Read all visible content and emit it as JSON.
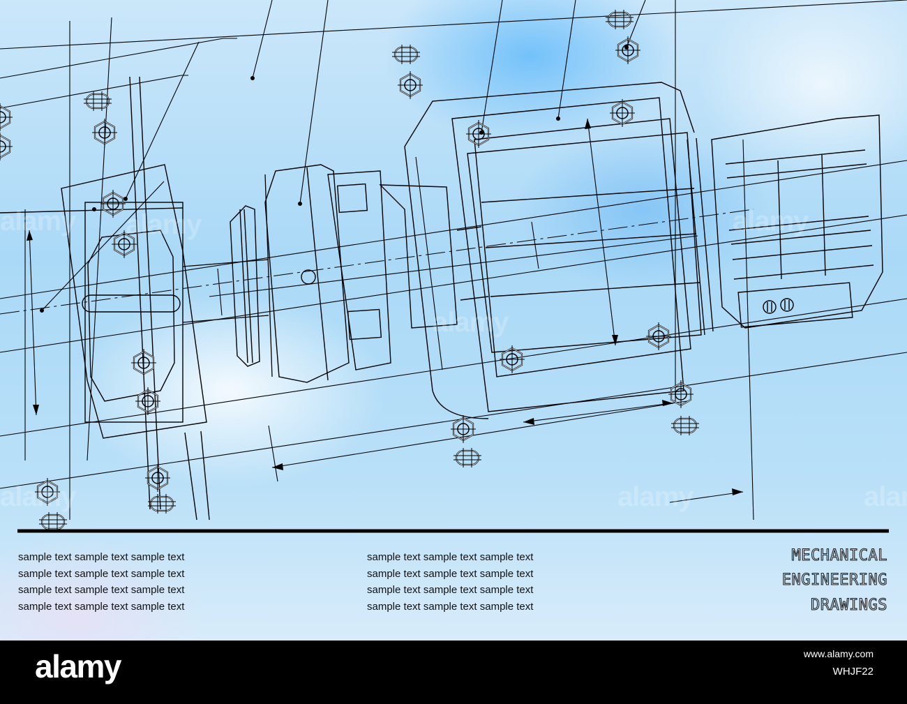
{
  "title": [
    "MECHANICAL",
    "ENGINEERING",
    "DRAWINGS"
  ],
  "sample_text_left": [
    "sample text sample text sample text",
    "sample text sample text sample text",
    "sample text sample text sample text",
    "sample text sample text sample text"
  ],
  "sample_text_right": [
    "sample text sample text sample text",
    "sample text sample text sample text",
    "sample text sample text sample text",
    "sample text sample text sample text"
  ],
  "watermark": "alamy",
  "footer": {
    "logo": "alamy",
    "url": "www.alamy.com",
    "image_id": "WHJF22"
  },
  "colors": {
    "background": "#aad9f7",
    "lines": "#000000",
    "footer": "#000000"
  }
}
